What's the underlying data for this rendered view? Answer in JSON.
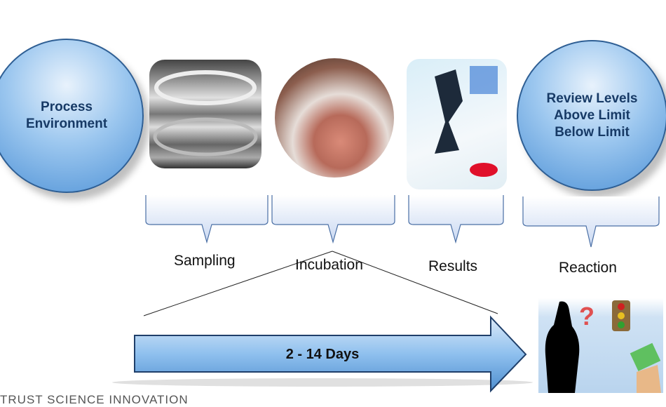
{
  "stages": {
    "process": {
      "line1": "Process",
      "line2": "Environment"
    },
    "review": {
      "line1": "Review Levels",
      "line2": "Above Limit",
      "line3": "Below Limit"
    }
  },
  "labels": {
    "sampling": "Sampling",
    "incubation": "Incubation",
    "results": "Results",
    "reaction": "Reaction"
  },
  "timeline": {
    "duration": "2 - 14 Days"
  },
  "footer": {
    "tagline": "TRUST SCIENCE INNOVATION"
  },
  "colors": {
    "bubble": "#7fb3e6",
    "arrow": "#8fc0ee",
    "outline": "#2f5f94"
  }
}
